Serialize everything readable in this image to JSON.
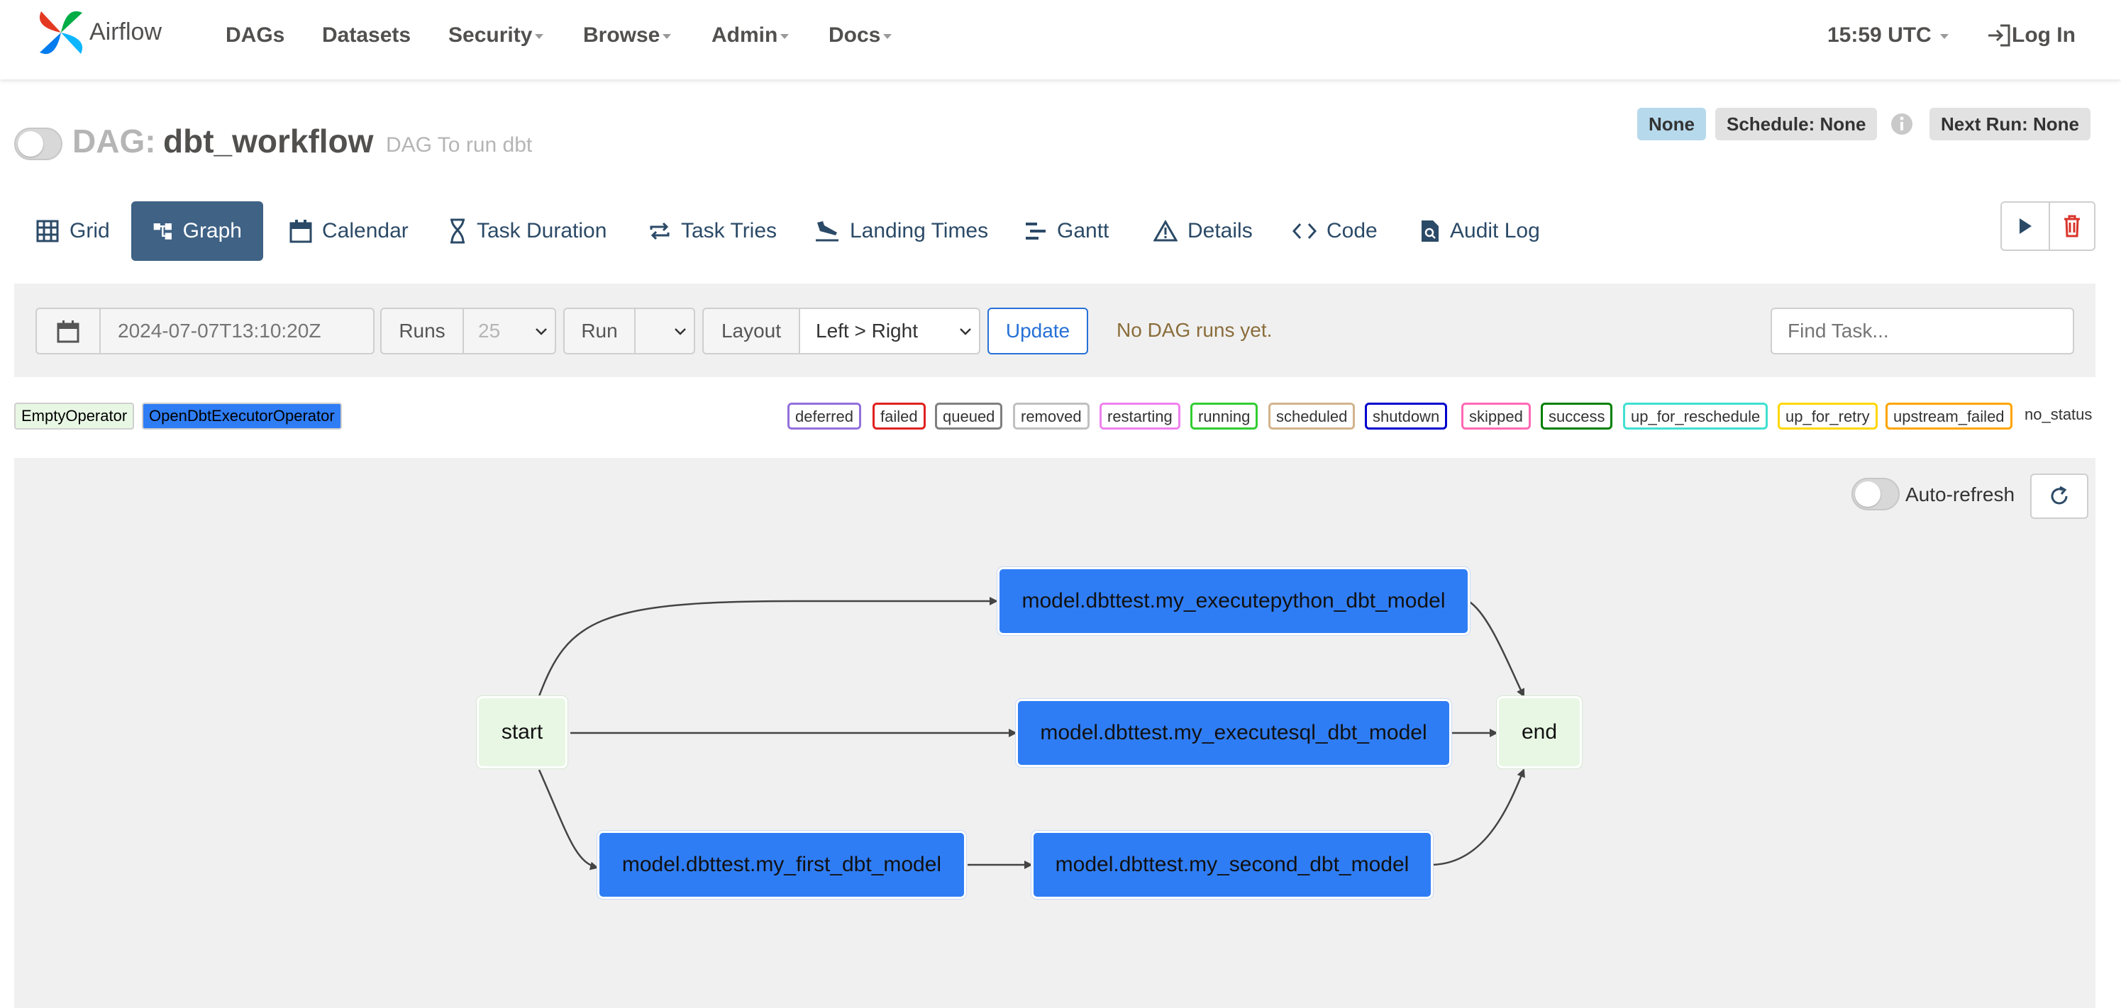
{
  "nav": {
    "brand": "Airflow",
    "items": [
      {
        "label": "DAGs",
        "dropdown": false
      },
      {
        "label": "Datasets",
        "dropdown": false
      },
      {
        "label": "Security",
        "dropdown": true
      },
      {
        "label": "Browse",
        "dropdown": true
      },
      {
        "label": "Admin",
        "dropdown": true
      },
      {
        "label": "Docs",
        "dropdown": true
      }
    ],
    "time": "15:59 UTC",
    "login": "Log In"
  },
  "dag": {
    "prefix": "DAG:",
    "id": "dbt_workflow",
    "description": "DAG To run dbt",
    "badge_none": "None",
    "schedule": "Schedule: None",
    "next_run": "Next Run: None"
  },
  "tabs": [
    {
      "label": "Grid",
      "icon": "grid-icon"
    },
    {
      "label": "Graph",
      "icon": "graph-icon",
      "active": true
    },
    {
      "label": "Calendar",
      "icon": "calendar-icon"
    },
    {
      "label": "Task Duration",
      "icon": "hourglass-icon"
    },
    {
      "label": "Task Tries",
      "icon": "retry-icon"
    },
    {
      "label": "Landing Times",
      "icon": "plane-landing-icon"
    },
    {
      "label": "Gantt",
      "icon": "gantt-icon"
    },
    {
      "label": "Details",
      "icon": "warning-triangle-icon"
    },
    {
      "label": "Code",
      "icon": "code-icon"
    },
    {
      "label": "Audit Log",
      "icon": "file-search-icon"
    }
  ],
  "toolbar": {
    "date_placeholder": "2024-07-07T13:10:20Z",
    "runs_label": "Runs",
    "runs_value": "25",
    "run_label": "Run",
    "run_value": "",
    "layout_label": "Layout",
    "layout_value": "Left > Right",
    "update": "Update",
    "status": "No DAG runs yet.",
    "find_placeholder": "Find Task..."
  },
  "operators": [
    {
      "label": "EmptyOperator",
      "color": "#e8f7e4"
    },
    {
      "label": "OpenDbtExecutorOperator",
      "color": "#2f7df5"
    }
  ],
  "states": [
    {
      "label": "deferred",
      "color": "#9370db"
    },
    {
      "label": "failed",
      "color": "#e02020"
    },
    {
      "label": "queued",
      "color": "#808080"
    },
    {
      "label": "removed",
      "color": "#c0c0c0"
    },
    {
      "label": "restarting",
      "color": "#ee82ee"
    },
    {
      "label": "running",
      "color": "#32cd32"
    },
    {
      "label": "scheduled",
      "color": "#d2b48c"
    },
    {
      "label": "shutdown",
      "color": "#0000cd"
    },
    {
      "label": "skipped",
      "color": "#ff69b4"
    },
    {
      "label": "success",
      "color": "#008000"
    },
    {
      "label": "up_for_reschedule",
      "color": "#40e0d0"
    },
    {
      "label": "up_for_retry",
      "color": "#ffd700"
    },
    {
      "label": "upstream_failed",
      "color": "#ffa500"
    },
    {
      "label": "no_status",
      "color": "none"
    }
  ],
  "graph": {
    "auto_refresh": "Auto-refresh",
    "nodes": {
      "start": "start",
      "end": "end",
      "executepython": "model.dbttest.my_executepython_dbt_model",
      "executesql": "model.dbttest.my_executesql_dbt_model",
      "first": "model.dbttest.my_first_dbt_model",
      "second": "model.dbttest.my_second_dbt_model"
    }
  }
}
